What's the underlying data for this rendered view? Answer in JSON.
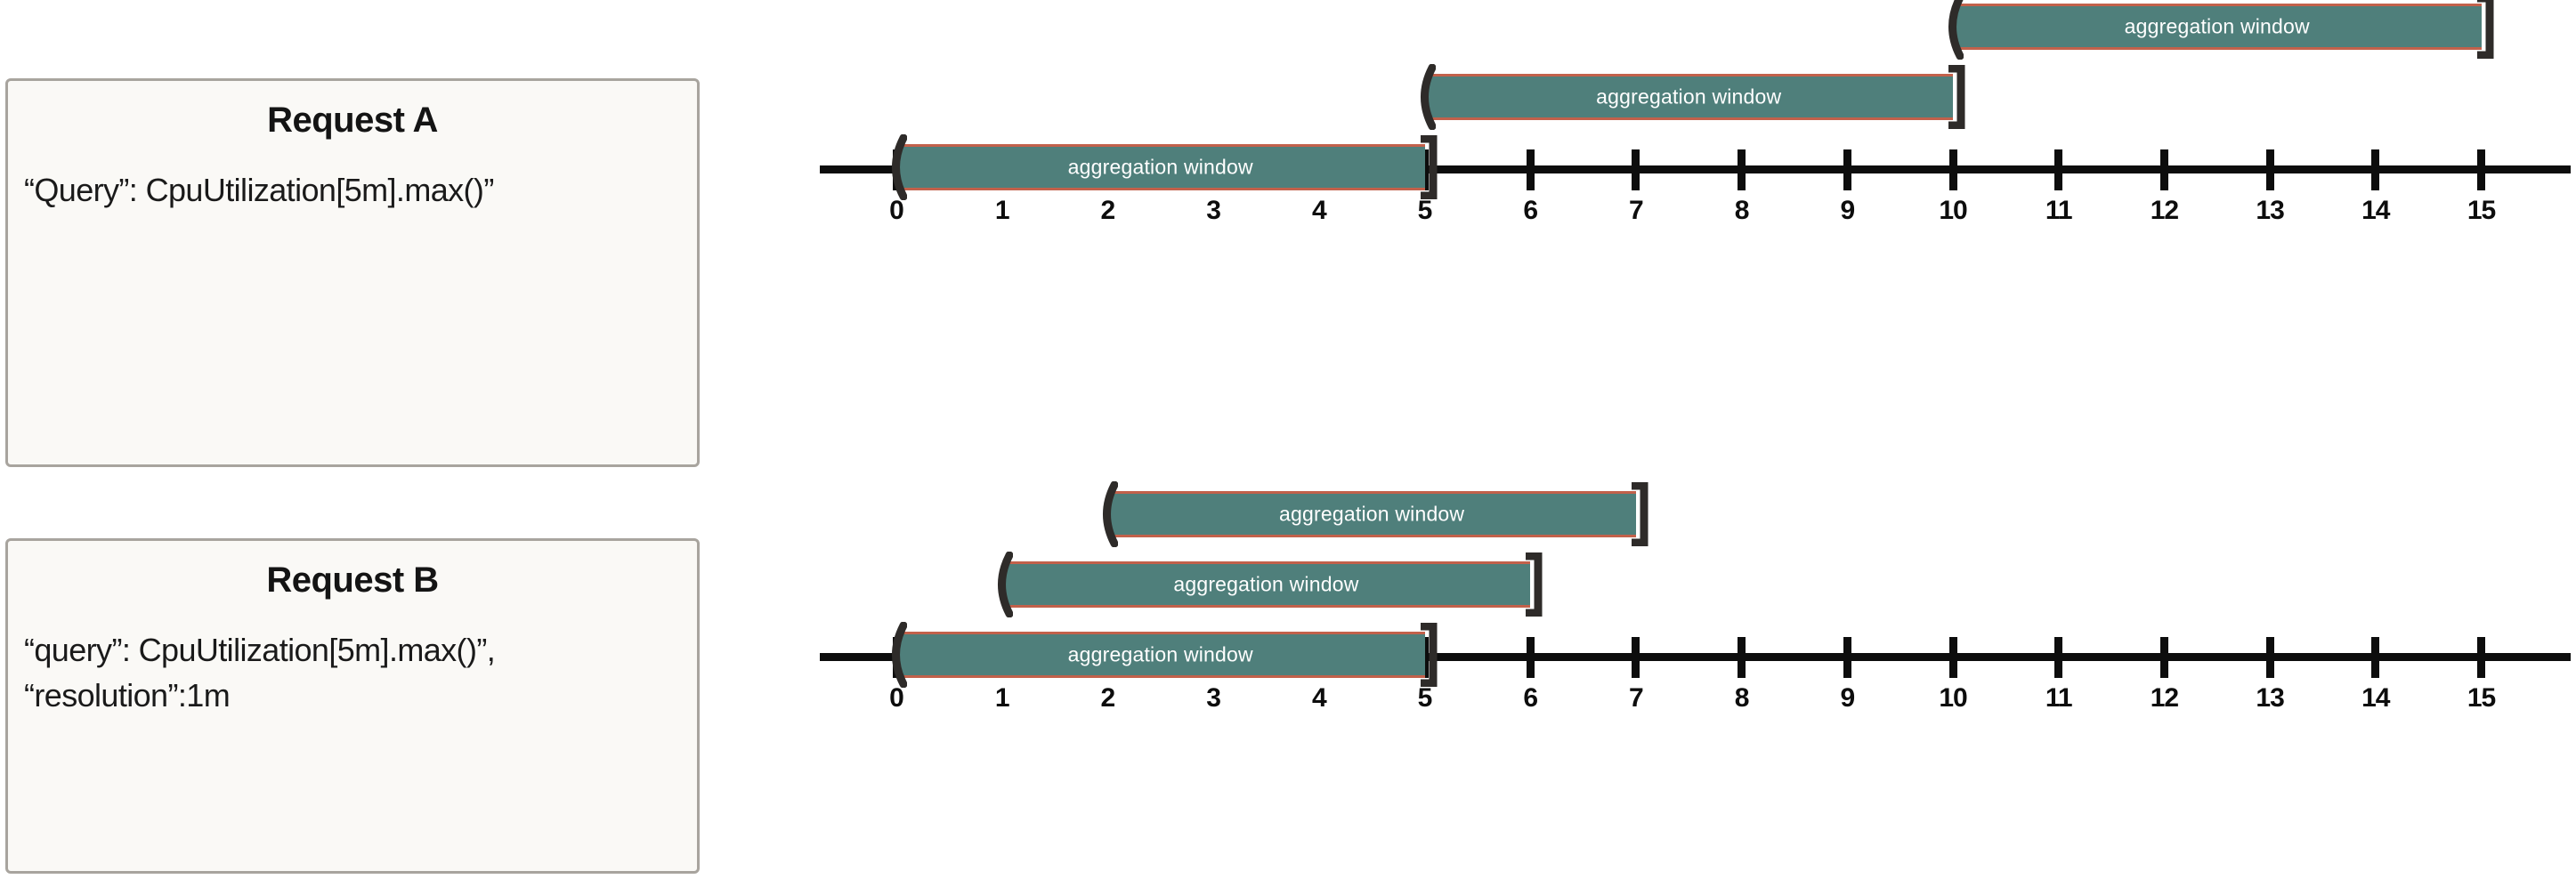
{
  "panels": [
    {
      "id": "request-a",
      "box": {
        "title": "Request A",
        "body": "“Query”: CpuUtilization[5m].max()”"
      },
      "axis": {
        "tick_labels": [
          "0",
          "1",
          "2",
          "3",
          "4",
          "5",
          "6",
          "7",
          "8",
          "9",
          "10",
          "11",
          "12",
          "13",
          "14",
          "15"
        ],
        "min": 0,
        "max": 15
      },
      "windows": [
        {
          "label": "aggregation window",
          "start": 10,
          "end": 15,
          "row": 0
        },
        {
          "label": "aggregation window",
          "start": 5,
          "end": 10,
          "row": 1
        },
        {
          "label": "aggregation window",
          "start": 0,
          "end": 5,
          "row": 2
        }
      ]
    },
    {
      "id": "request-b",
      "box": {
        "title": "Request B",
        "body": "“query”: CpuUtilization[5m].max()”,\n“resolution”:1m"
      },
      "axis": {
        "tick_labels": [
          "0",
          "1",
          "2",
          "3",
          "4",
          "5",
          "6",
          "7",
          "8",
          "9",
          "10",
          "11",
          "12",
          "13",
          "14",
          "15"
        ],
        "min": 0,
        "max": 15
      },
      "windows": [
        {
          "label": "aggregation window",
          "start": 2,
          "end": 7,
          "row": 0
        },
        {
          "label": "aggregation window",
          "start": 1,
          "end": 6,
          "row": 1
        },
        {
          "label": "aggregation window",
          "start": 0,
          "end": 5,
          "row": 2
        }
      ]
    }
  ],
  "colors": {
    "window_fill": "#4f7f7b",
    "window_edge": "#c2614b",
    "axis": "#0d0d0d",
    "box_fill": "#faf9f6",
    "box_border": "#a8a49e",
    "bracket": "#2e2b29",
    "label_text": "#ffffff"
  },
  "chart_data": {
    "type": "bar",
    "title": "",
    "xlabel": "",
    "ylabel": "",
    "xlim": [
      0,
      15
    ],
    "grid": false,
    "legend": null,
    "charts": [
      {
        "name": "Request A",
        "annotation": "“Query”: CpuUtilization[5m].max()”",
        "x_ticks": [
          0,
          1,
          2,
          3,
          4,
          5,
          6,
          7,
          8,
          9,
          10,
          11,
          12,
          13,
          14,
          15
        ],
        "intervals": [
          {
            "label": "aggregation window",
            "start": 0,
            "end": 5
          },
          {
            "label": "aggregation window",
            "start": 5,
            "end": 10
          },
          {
            "label": "aggregation window",
            "start": 10,
            "end": 15
          }
        ]
      },
      {
        "name": "Request B",
        "annotation": "“query”: CpuUtilization[5m].max()”, “resolution”:1m",
        "x_ticks": [
          0,
          1,
          2,
          3,
          4,
          5,
          6,
          7,
          8,
          9,
          10,
          11,
          12,
          13,
          14,
          15
        ],
        "intervals": [
          {
            "label": "aggregation window",
            "start": 0,
            "end": 5
          },
          {
            "label": "aggregation window",
            "start": 1,
            "end": 6
          },
          {
            "label": "aggregation window",
            "start": 2,
            "end": 7
          }
        ]
      }
    ]
  }
}
